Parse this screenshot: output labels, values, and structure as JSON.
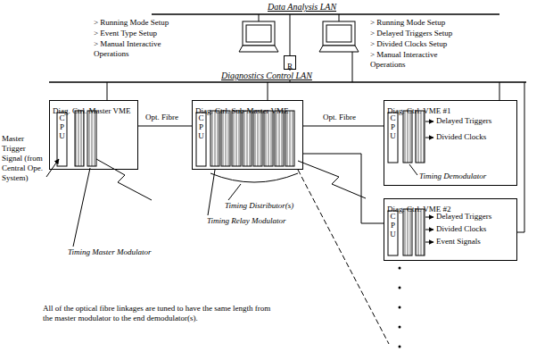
{
  "diagram": {
    "nodes": [
      {
        "text": [
          "R"
        ]
      },
      {
        "text": [
          "Diag. Ctrl. Master VME"
        ]
      },
      {
        "text": [
          "Diag. Ctrl. Sub-Master VME"
        ]
      },
      {
        "text": [
          "Diag. Ctrl. VME #1"
        ]
      },
      {
        "text": [
          "Diag. Ctrl. VME #2"
        ]
      }
    ],
    "edges": [
      {
        "from": 1,
        "to": 2,
        "arrow": "none"
      },
      {
        "from": 2,
        "to": 3,
        "arrow": "none"
      },
      {
        "from": 2,
        "to": 4,
        "arrow": "none"
      }
    ],
    "labels": [
      "Data Analysis LAN",
      "> Running Mode Setup",
      "> Event Type Setup",
      "> Manual Interactive Operations",
      "> Running Mode Setup",
      "> Delayed Triggers Setup",
      "> Divided Clocks Setup",
      "> Manual Interactive Operations",
      "Diagnostics Control LAN",
      "Master Trigger Signal (from Central Ope. System)",
      "CPU",
      "CPU",
      "CPU",
      "CPU",
      "Opt. Fibre",
      "Opt. Fibre",
      "Delayed Triggers",
      "Divided Clocks",
      "Timing Demodulator",
      "Delayed Triggers",
      "Divided Clocks",
      "Event Signals",
      "Timing Distributor(s)",
      "Timing Relay Modulator",
      "Timing Master Modulator",
      "All of the optical fibre linkages are tuned to have the same length from the master modulator to the end demodulator(s)."
    ]
  }
}
